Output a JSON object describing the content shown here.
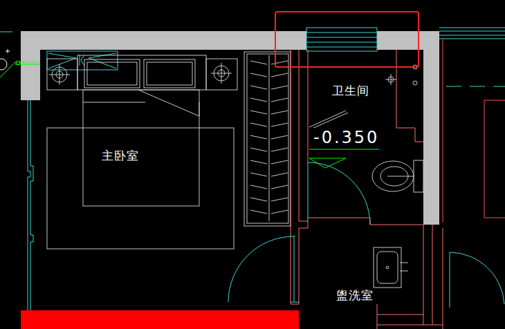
{
  "diagram": {
    "labels": [
      "卫生间",
      "-0.350",
      "主卧室",
      "盥洗室"
    ]
  }
}
